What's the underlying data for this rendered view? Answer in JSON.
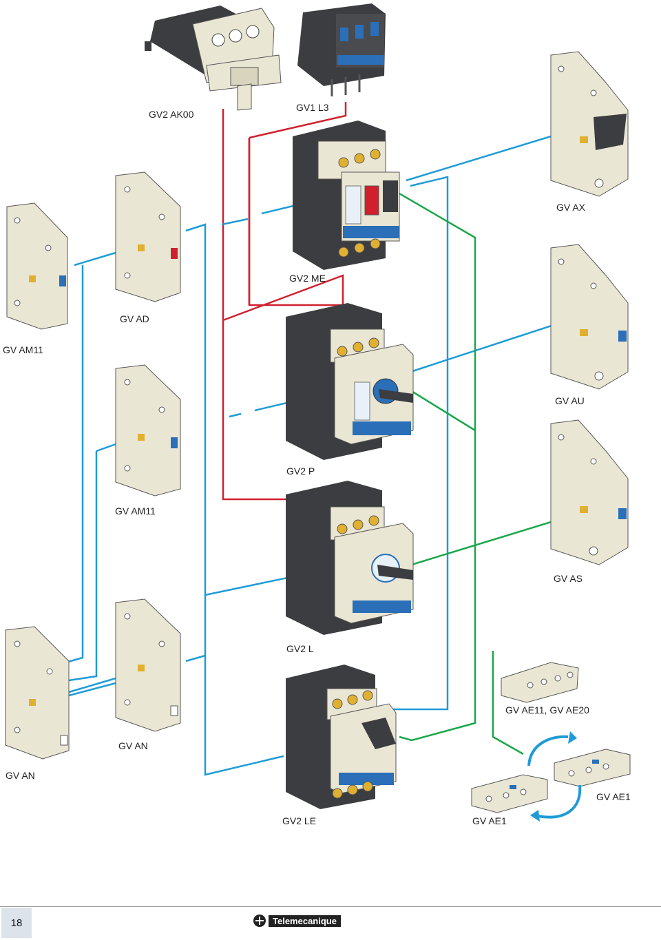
{
  "labels": {
    "gv2_ak00": "GV2 AK00",
    "gv1_l3": "GV1 L3",
    "gv_ax": "GV AX",
    "gv2_me": "GV2 ME",
    "gv_ad": "GV AD",
    "gv_am11_top": "GV AM11",
    "gv_au": "GV AU",
    "gv2_p": "GV2 P",
    "gv_am11_mid": "GV AM11",
    "gv_as": "GV AS",
    "gv2_l": "GV2 L",
    "gv_ae11_ae20": "GV AE11, GV AE20",
    "gv_an_right": "GV AN",
    "gv_an_left": "GV AN",
    "gv_ae1_right": "GV AE1",
    "gv2_le": "GV2 LE",
    "gv_ae1_left": "GV AE1"
  },
  "footer": {
    "page_number": "18",
    "brand": "Telemecanique"
  },
  "colors": {
    "red": "#d0202e",
    "blue": "#1e9bd7",
    "green": "#1aa64a",
    "body": "#eae6d4",
    "dark": "#3c3d40",
    "accent_blue": "#2a6fb8"
  }
}
